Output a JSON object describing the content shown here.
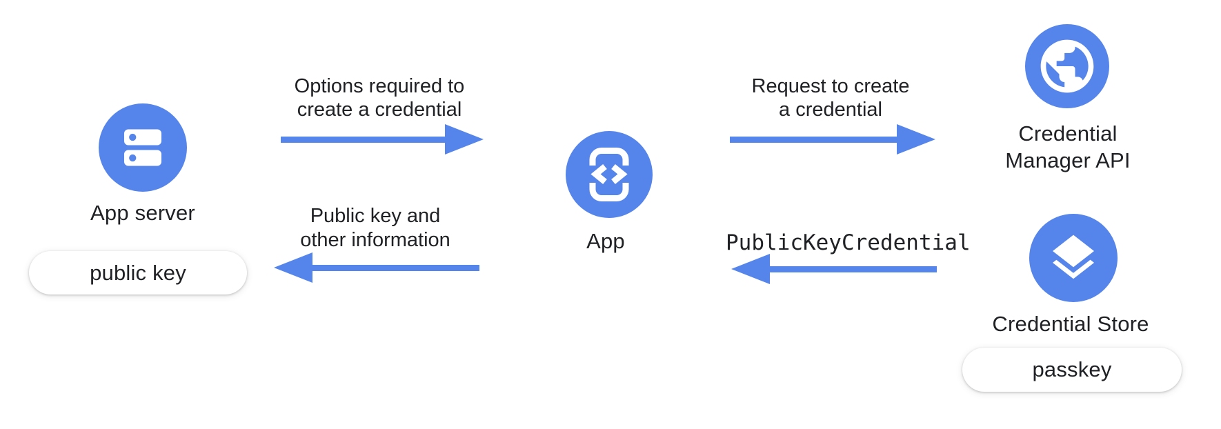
{
  "colors": {
    "accent_blue": "#5585EA",
    "text": "#202124",
    "background": "#ffffff",
    "pill_background": "#ffffff"
  },
  "nodes": {
    "app_server": {
      "label": "App server",
      "icon": "server-icon",
      "badge": "public key"
    },
    "app": {
      "label": "App",
      "icon": "phone-code-icon"
    },
    "credential_manager_api": {
      "label_line1": "Credential",
      "label_line2": "Manager API",
      "icon": "globe-icon"
    },
    "credential_store": {
      "label": "Credential Store",
      "icon": "layers-icon",
      "badge": "passkey"
    }
  },
  "flows": [
    {
      "from": "app_server",
      "to": "app",
      "direction": "right",
      "label_line1": "Options required to",
      "label_line2": "create a credential"
    },
    {
      "from": "app",
      "to": "credential_manager_api",
      "direction": "right",
      "label_line1": "Request to create",
      "label_line2": "a credential"
    },
    {
      "from": "app",
      "to": "app_server",
      "direction": "left",
      "label_line1": "Public key and",
      "label_line2": "other information"
    },
    {
      "from": "credential_store",
      "to": "app",
      "direction": "left",
      "label": "PublicKeyCredential",
      "style": "monospace"
    }
  ]
}
